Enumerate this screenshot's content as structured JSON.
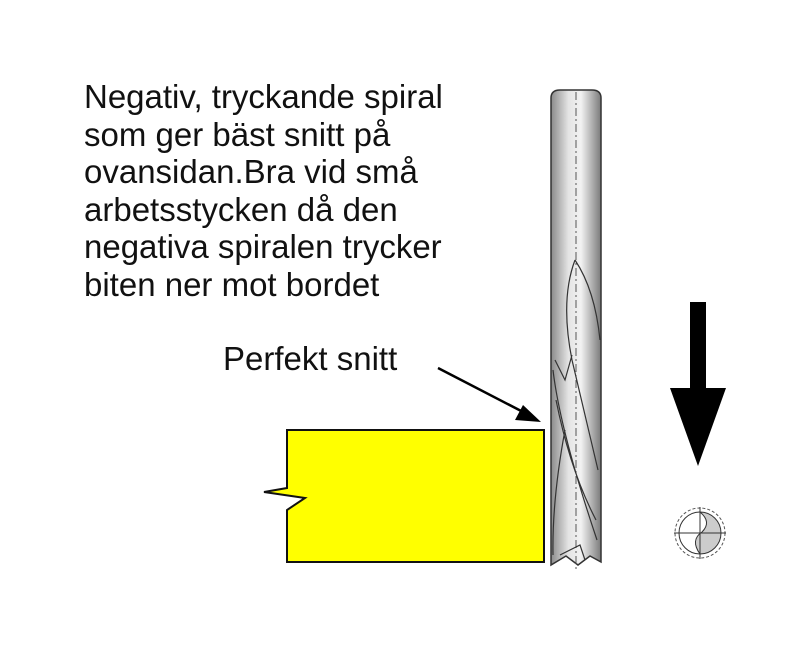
{
  "description_lines": [
    "Negativ, tryckande spiral",
    "som ger bäst snitt på",
    "ovansidan.Bra vid små",
    "arbetsstycken då den",
    "negativa spiralen trycker",
    "biten ner mot bordet"
  ],
  "callout_label": "Perfekt snitt",
  "colors": {
    "workpiece": "#ffff00",
    "bit": "#bdbdbd",
    "arrow": "#000000"
  }
}
